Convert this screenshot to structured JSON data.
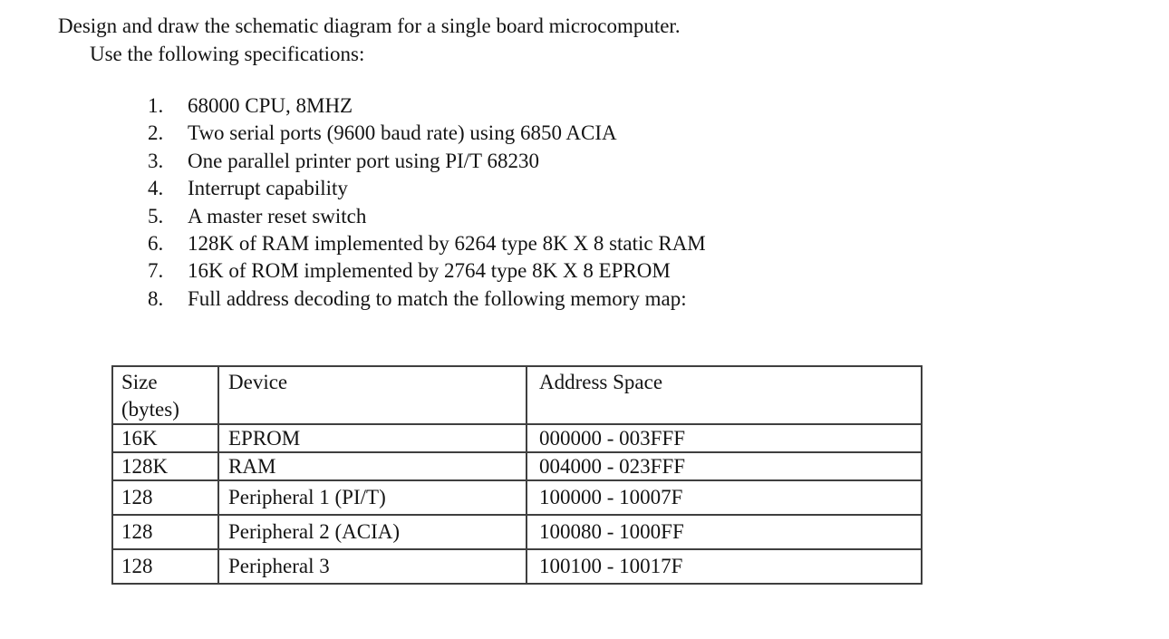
{
  "page": {
    "title_line1": "Design and draw the schematic diagram for a single board microcomputer.",
    "title_line2": "Use the following specifications:"
  },
  "specs": [
    {
      "num": "1.",
      "text": "68000 CPU, 8MHZ"
    },
    {
      "num": "2.",
      "text": "Two serial ports (9600 baud rate) using 6850 ACIA"
    },
    {
      "num": "3.",
      "text": "One parallel printer port using PI/T 68230"
    },
    {
      "num": "4.",
      "text": "Interrupt capability"
    },
    {
      "num": "5.",
      "text": "A master reset switch"
    },
    {
      "num": "6.",
      "text": "128K of RAM implemented by 6264 type 8K X 8 static RAM"
    },
    {
      "num": "7.",
      "text": "16K of ROM implemented by 2764 type 8K X 8 EPROM"
    },
    {
      "num": "8.",
      "text": "Full address decoding to match the following memory map:"
    }
  ],
  "memory_map_table": {
    "headers": {
      "size_line1": "Size",
      "size_line2": "(bytes)",
      "device": "Device",
      "address": "Address Space"
    },
    "rows": [
      {
        "size": "16K",
        "device": "EPROM",
        "address": "000000 - 003FFF"
      },
      {
        "size": "128K",
        "device": "RAM",
        "address": "004000 - 023FFF"
      },
      {
        "size": "128",
        "device": "Peripheral 1 (PI/T)",
        "address": "100000 - 10007F"
      },
      {
        "size": "128",
        "device": "Peripheral 2 (ACIA)",
        "address": "100080 - 1000FF"
      },
      {
        "size": "128",
        "device": "Peripheral 3",
        "address": "100100 - 10017F"
      }
    ]
  },
  "colors": {
    "text": "#141414",
    "table_border": "#3f3f3f",
    "background": "#ffffff"
  }
}
